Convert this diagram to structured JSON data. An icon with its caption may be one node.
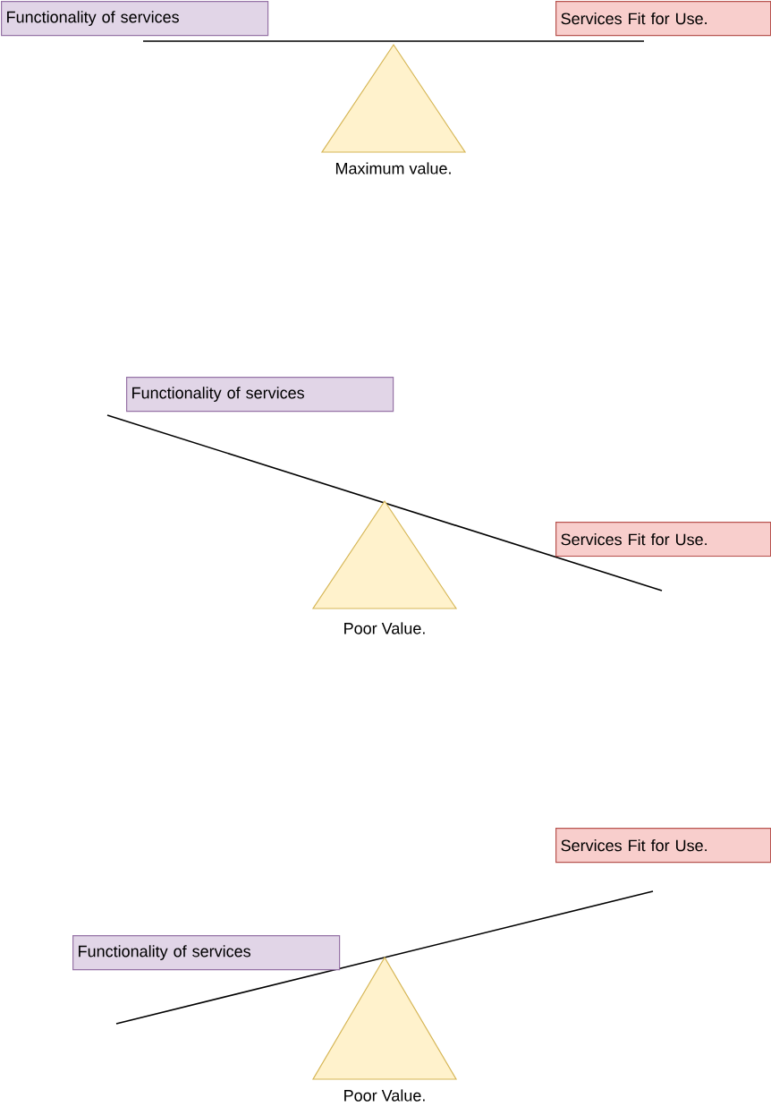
{
  "diagram": {
    "nodes": [
      {
        "text": [
          "Functionality of services"
        ]
      },
      {
        "text": [
          "Services Fit for Use."
        ]
      },
      {
        "text": [],
        "shape": "bar"
      },
      {
        "text": [
          "Maximum value."
        ]
      },
      {
        "text": [
          "Functionality of services"
        ]
      },
      {
        "text": [],
        "shape": "bar"
      },
      {
        "text": [
          "Services Fit for Use."
        ]
      },
      {
        "text": [
          "Poor Value."
        ]
      },
      {
        "text": [
          "Services Fit for Use."
        ]
      },
      {
        "text": [],
        "shape": "bar"
      },
      {
        "text": [
          "Functionality of services"
        ]
      },
      {
        "text": [
          "Poor Value."
        ]
      }
    ]
  }
}
